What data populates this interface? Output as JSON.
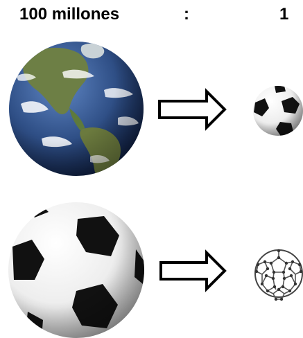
{
  "ratio": {
    "left": "100 millones",
    "separator": ":",
    "right": "1"
  },
  "colors": {
    "ocean": "#2f4f86",
    "land": "#5e7a3c",
    "cloud": "#ffffff",
    "ball_white": "#f2f2f2",
    "ball_black": "#111111",
    "arrow_stroke": "#000000",
    "molecule": "#555555"
  },
  "rows": [
    {
      "from": "earth-globe",
      "arrow": "outline-arrow-right",
      "to": "soccer-ball-small"
    },
    {
      "from": "soccer-ball-large",
      "arrow": "outline-arrow-right",
      "to": "fullerene-molecule"
    }
  ]
}
